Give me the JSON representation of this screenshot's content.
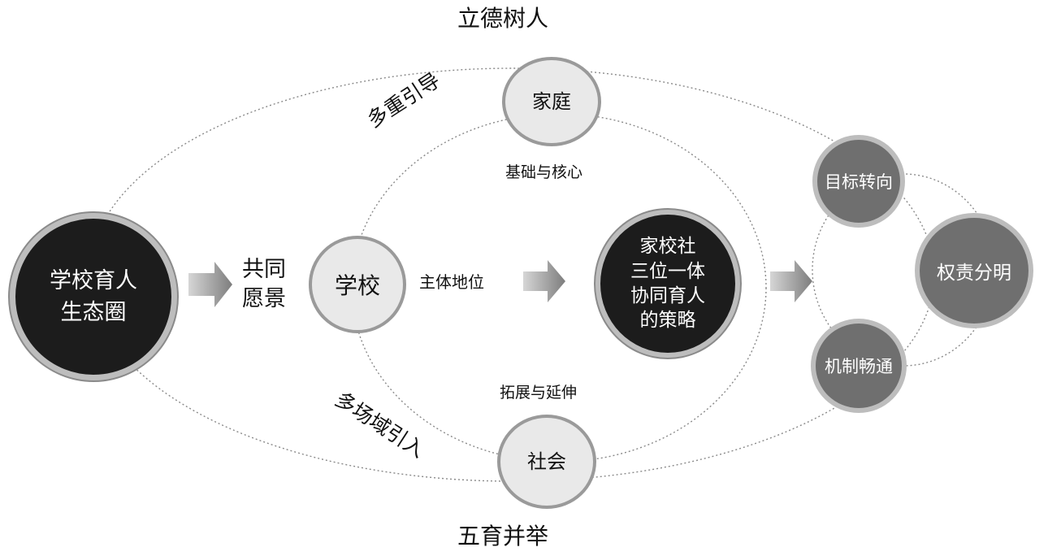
{
  "top_title": "立德树人",
  "bottom_title": "五育并举",
  "left_circle": {
    "line1": "学校育人",
    "line2": "生态圈"
  },
  "shared_vision": {
    "line1": "共同",
    "line2": "愿景"
  },
  "nodes": {
    "family": "家庭",
    "school": "学校",
    "society": "社会"
  },
  "edge_labels": {
    "family_role": "基础与核心",
    "school_role": "主体地位",
    "society_role": "拓展与延伸",
    "multi_guidance": "多重引导",
    "multi_field": "多场域引入"
  },
  "strategy": {
    "line1": "家校社",
    "line2": "三位一体",
    "line3": "协同育人",
    "line4": "的策略"
  },
  "outcomes": {
    "goal": "目标转向",
    "rights": "权责分明",
    "mechanism": "机制畅通"
  },
  "colors": {
    "dark_fill": "#1c1c1c",
    "light_fill": "#e9e9e9",
    "mid_fill": "#6f6f6f",
    "ring": "#bdbdbd",
    "arrow": "#8f8f8f"
  }
}
